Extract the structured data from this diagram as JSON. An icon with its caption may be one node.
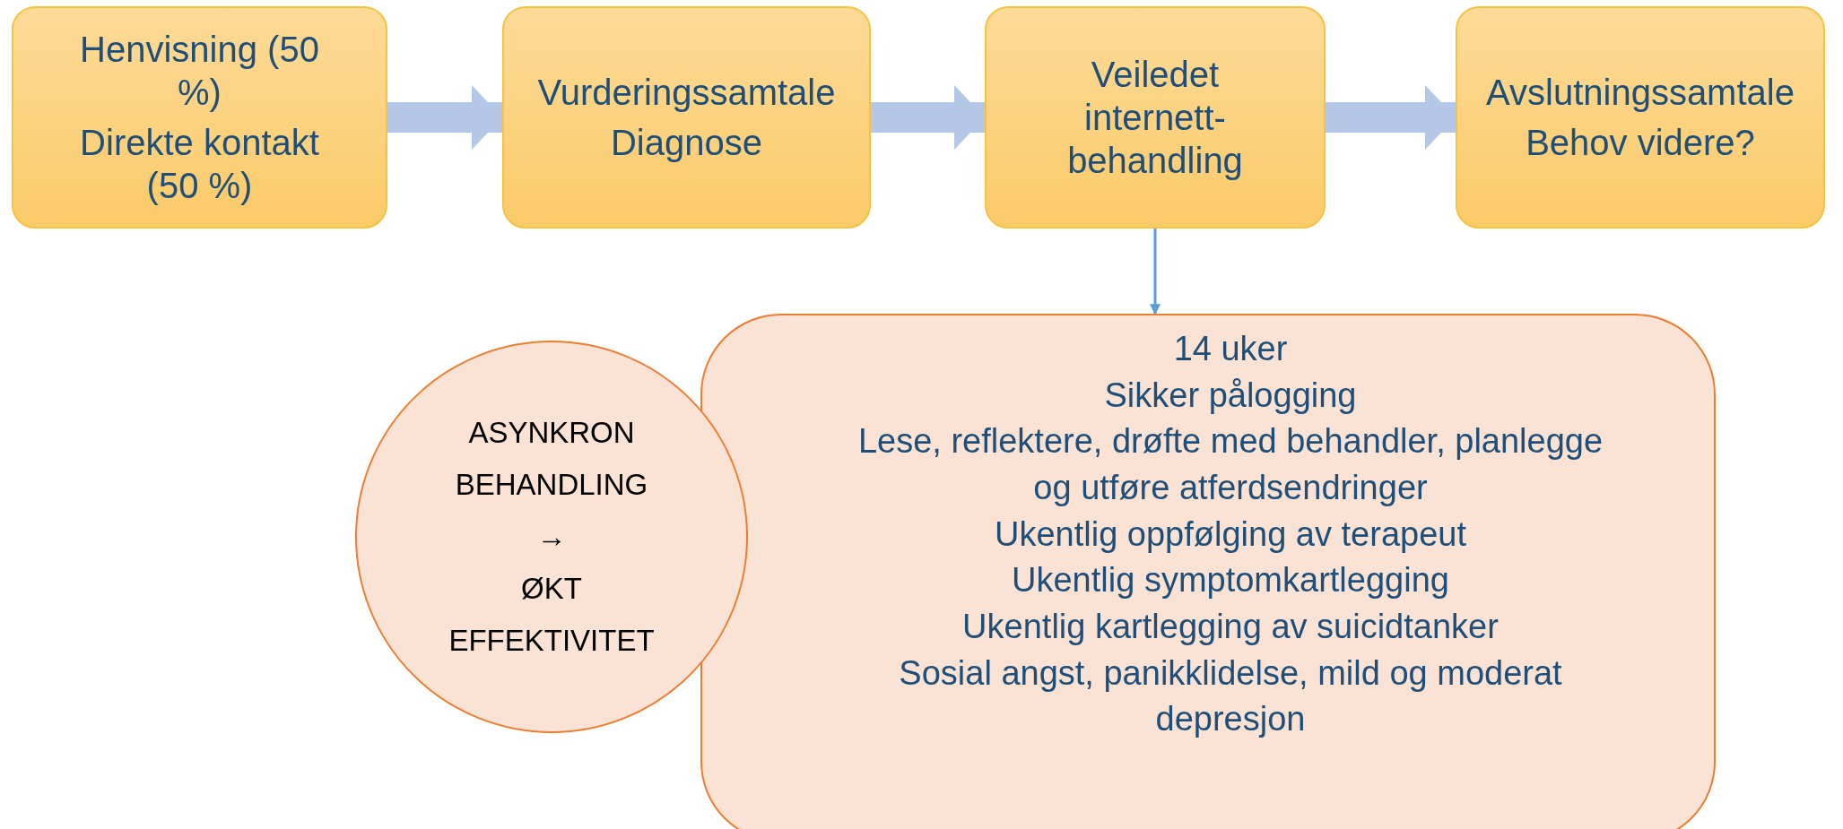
{
  "diagram": {
    "nodes": [
      {
        "text": [
          "Henvisning (50 %)",
          "Direkte kontakt (50 %)"
        ]
      },
      {
        "text": [
          "Vurderingssamtale",
          "Diagnose"
        ]
      },
      {
        "text": [
          "Veiledet internett-behandling"
        ]
      },
      {
        "text": [
          "Avslutningssamtale",
          "Behov videre?"
        ]
      },
      {
        "text": [
          "14 uker",
          "Sikker pålogging",
          "Lese, reflektere, drøfte med behandler, planlegge og utføre atferdsendringer",
          "Ukentlig oppfølging av terapeut",
          "Ukentlig symptomkartlegging",
          "Ukentlig kartlegging av suicidtanker",
          "Sosial angst, panikklidelse, mild og moderat depresjon"
        ]
      },
      {
        "text": [
          "ASYNKRON BEHANDLING",
          "→",
          "ØKT EFFEKTIVITET"
        ]
      }
    ],
    "edges": [
      {
        "from": 0,
        "to": 1,
        "arrow": "to"
      },
      {
        "from": 1,
        "to": 2,
        "arrow": "to"
      },
      {
        "from": 2,
        "to": 3,
        "arrow": "to"
      },
      {
        "from": 2,
        "to": 4,
        "arrow": "to",
        "color": "#5b9bd5"
      }
    ]
  }
}
